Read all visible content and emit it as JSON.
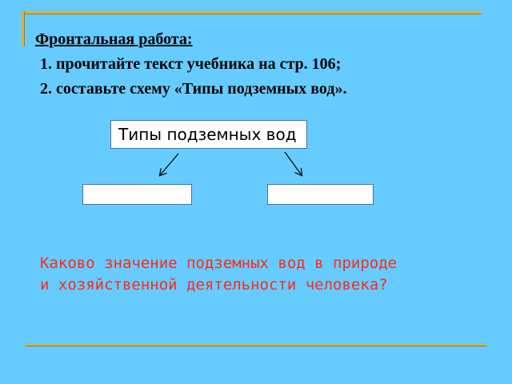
{
  "slide": {
    "heading": "Фронтальная работа:",
    "tasks": [
      "1. прочитайте текст учебника на стр. 106;",
      "2. составьте схему «Типы подземных вод»."
    ]
  },
  "scheme": {
    "title": "Типы подземных вод"
  },
  "question": {
    "line1": "Каково значение подземных вод в природе",
    "line2": "и хозяйственной деятельности человека?"
  },
  "colors": {
    "background": "#66ccff",
    "accent_rule": "#d8b04a",
    "question_text": "#ff2a1a",
    "box_border": "#4a6ea8"
  }
}
